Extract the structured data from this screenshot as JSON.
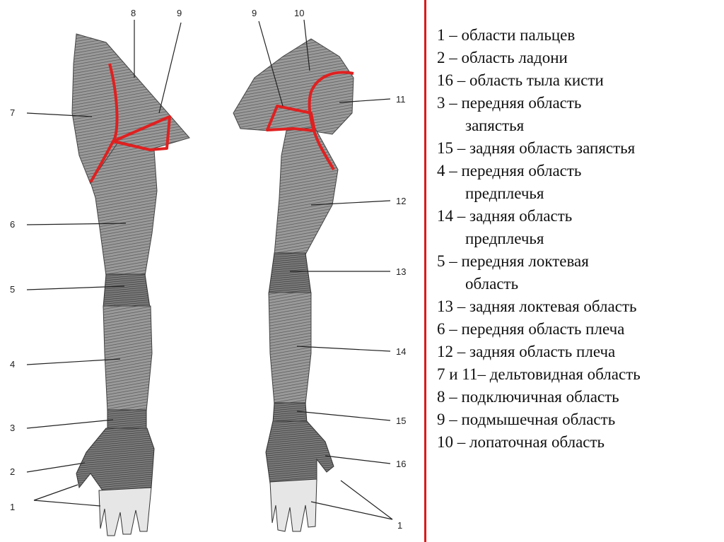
{
  "figure": {
    "anterior_labels": [
      "8",
      "9",
      "7",
      "6",
      "5",
      "4",
      "3",
      "2",
      "1"
    ],
    "posterior_labels": [
      "9",
      "10",
      "11",
      "12",
      "13",
      "14",
      "15",
      "16",
      "1"
    ],
    "outline_color": "#e02020"
  },
  "legend": {
    "items": [
      {
        "line1": "1 – области пальцев"
      },
      {
        "line1": "2 – область ладони"
      },
      {
        "line1": "16 – область тыла кисти"
      },
      {
        "line1": "3 – передняя область",
        "line2": "запястья"
      },
      {
        "line1": "15 – задняя область запястья"
      },
      {
        "line1": "4 – передняя область",
        "line2": "предплечья"
      },
      {
        "line1": "14 – задняя область",
        "line2": "предплечья"
      },
      {
        "line1": "5 – передняя локтевая",
        "line2": "область"
      },
      {
        "line1": "13 – задняя локтевая область"
      },
      {
        "line1": "6 – передняя область плеча"
      },
      {
        "line1": "12 – задняя область плеча"
      },
      {
        "line1": "7 и 11– дельтовидная область"
      },
      {
        "line1": "8 – подключичная область"
      },
      {
        "line1": "9 – подмышечная область"
      },
      {
        "line1": "10 – лопаточная область"
      }
    ]
  }
}
